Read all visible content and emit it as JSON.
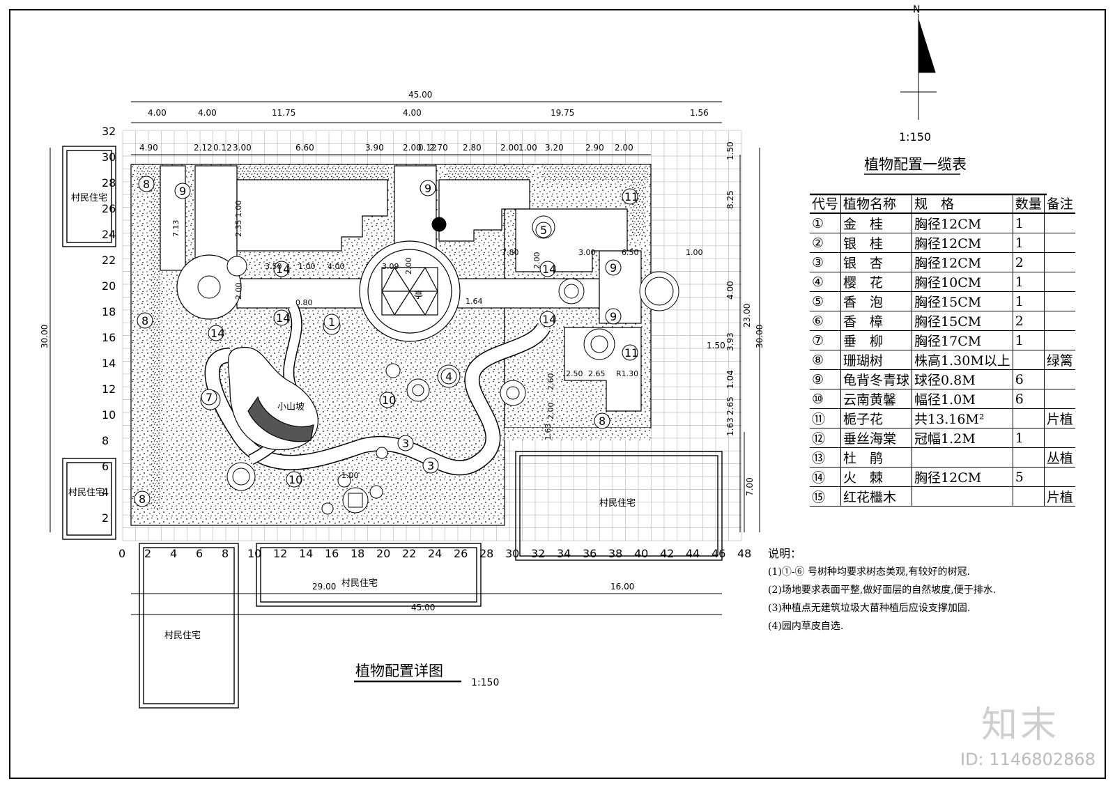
{
  "north": {
    "label": "N",
    "scale": "1:150"
  },
  "plan": {
    "title": "植物配置详图",
    "scale": "1:150",
    "pavilion": "亭",
    "hill": "小山坡",
    "total_width": "45.00",
    "left_height": "30.00",
    "right_height": "30.00",
    "top_dims": [
      "4.00",
      "4.00",
      "11.75",
      "4.00",
      "19.75",
      "1.56"
    ],
    "sub_dims": [
      "4.90",
      "2.12",
      "0.12",
      "3.00",
      "6.60",
      "3.90",
      "2.00",
      "0.12",
      "2.70",
      "2.80",
      "2.00",
      "1.00",
      "3.20",
      "2.90",
      "2.00"
    ],
    "right_dims": [
      "1.50",
      "8.25",
      "4.00",
      "3.93",
      "1.04",
      "2.65",
      "1.63",
      "7.00",
      "23.00",
      "1.50"
    ],
    "inner_dims": [
      "3.50",
      "1.00",
      "4.00",
      "3.09",
      "7.80",
      "3.00",
      "6.50",
      "1.00",
      "1.64",
      "0.80",
      "2.00",
      "2.00",
      "2.50",
      "2.65",
      "R1.30",
      "1.00",
      "2.35",
      "7.13",
      "1.00",
      "2.00",
      "2.60",
      "2.00",
      "1.63"
    ],
    "bottom_dims": [
      "29.00",
      "16.00",
      "45.00"
    ],
    "grid_x": [
      "0",
      "2",
      "4",
      "6",
      "8",
      "10",
      "12",
      "14",
      "16",
      "18",
      "20",
      "22",
      "24",
      "26",
      "28",
      "30",
      "32",
      "34",
      "36",
      "38",
      "40",
      "42",
      "44",
      "46",
      "48"
    ],
    "grid_y": [
      "32",
      "30",
      "28",
      "26",
      "24",
      "22",
      "20",
      "18",
      "16",
      "14",
      "12",
      "10",
      "8",
      "6",
      "4",
      "2"
    ],
    "houses": [
      "村民住宅",
      "村民住宅",
      "村民住宅",
      "村民住宅",
      "村民住宅"
    ],
    "tree_codes": [
      "8",
      "9",
      "9",
      "9",
      "9",
      "8",
      "8",
      "8",
      "11",
      "11",
      "14",
      "14",
      "14",
      "14",
      "14",
      "10",
      "10",
      "3",
      "3",
      "1",
      "5",
      "7",
      "4"
    ]
  },
  "legend": {
    "title": "植物配置一缆表",
    "headers": [
      "代号",
      "植物名称",
      "规　格",
      "数量",
      "备注"
    ],
    "rows": [
      [
        "①",
        "金　桂",
        "胸径12CM",
        "1",
        ""
      ],
      [
        "②",
        "银　桂",
        "胸径12CM",
        "1",
        ""
      ],
      [
        "③",
        "银　杏",
        "胸径12CM",
        "2",
        ""
      ],
      [
        "④",
        "樱　花",
        "胸径10CM",
        "1",
        ""
      ],
      [
        "⑤",
        "香　泡",
        "胸径15CM",
        "1",
        ""
      ],
      [
        "⑥",
        "香　樟",
        "胸径15CM",
        "2",
        ""
      ],
      [
        "⑦",
        "垂　柳",
        "胸径17CM",
        "1",
        ""
      ],
      [
        "⑧",
        "珊瑚树",
        "株高1.30M以上",
        "",
        "绿篱"
      ],
      [
        "⑨",
        "龟背冬青球",
        "球径0.8M",
        "6",
        ""
      ],
      [
        "⑩",
        "云南黄馨",
        "幅径1.0M",
        "6",
        ""
      ],
      [
        "⑪",
        "栀子花",
        "共13.16M²",
        "",
        "片植"
      ],
      [
        "⑫",
        "垂丝海棠",
        "冠幅1.2M",
        "1",
        ""
      ],
      [
        "⑬",
        "杜　鹃",
        "",
        "",
        "丛植"
      ],
      [
        "⑭",
        "火　棘",
        "胸径12CM",
        "5",
        ""
      ],
      [
        "⑮",
        "红花檵木",
        "",
        "",
        "片植"
      ]
    ]
  },
  "notes": {
    "heading": "说明：",
    "items": [
      "(1)①-⑥ 号树种均要求树态美观,有较好的树冠.",
      "(2)场地要求表面平整,做好面层的自然坡度,便于排水.",
      "(3)种植点无建筑垃圾大苗种植后应设支撑加固.",
      "(4)园内草皮自选."
    ]
  },
  "watermark": {
    "brand": "知末",
    "id": "ID: 1146802868"
  }
}
